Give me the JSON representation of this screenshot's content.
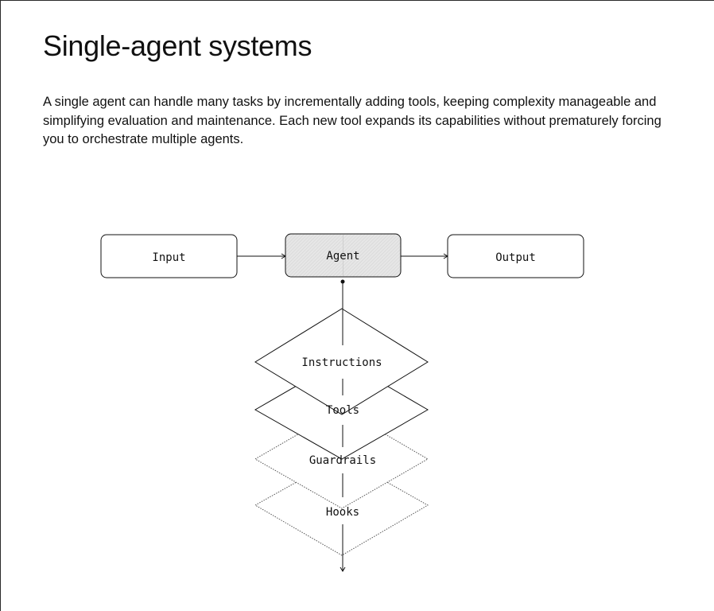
{
  "page": {
    "title": "Single-agent systems",
    "description": "A single agent can handle many tasks by incrementally adding tools, keeping complexity manageable and simplifying evaluation and maintenance. Each new tool expands its capabilities without prematurely forcing you to orchestrate multiple agents."
  },
  "diagram": {
    "input_label": "Input",
    "agent_label": "Agent",
    "output_label": "Output",
    "layers": {
      "instructions": "Instructions",
      "tools": "Tools",
      "guardrails": "Guardrails",
      "hooks": "Hooks"
    },
    "colors": {
      "stroke": "#111111",
      "agent_fill": "#e4e4e4",
      "dotted_stroke": "#555555"
    }
  }
}
